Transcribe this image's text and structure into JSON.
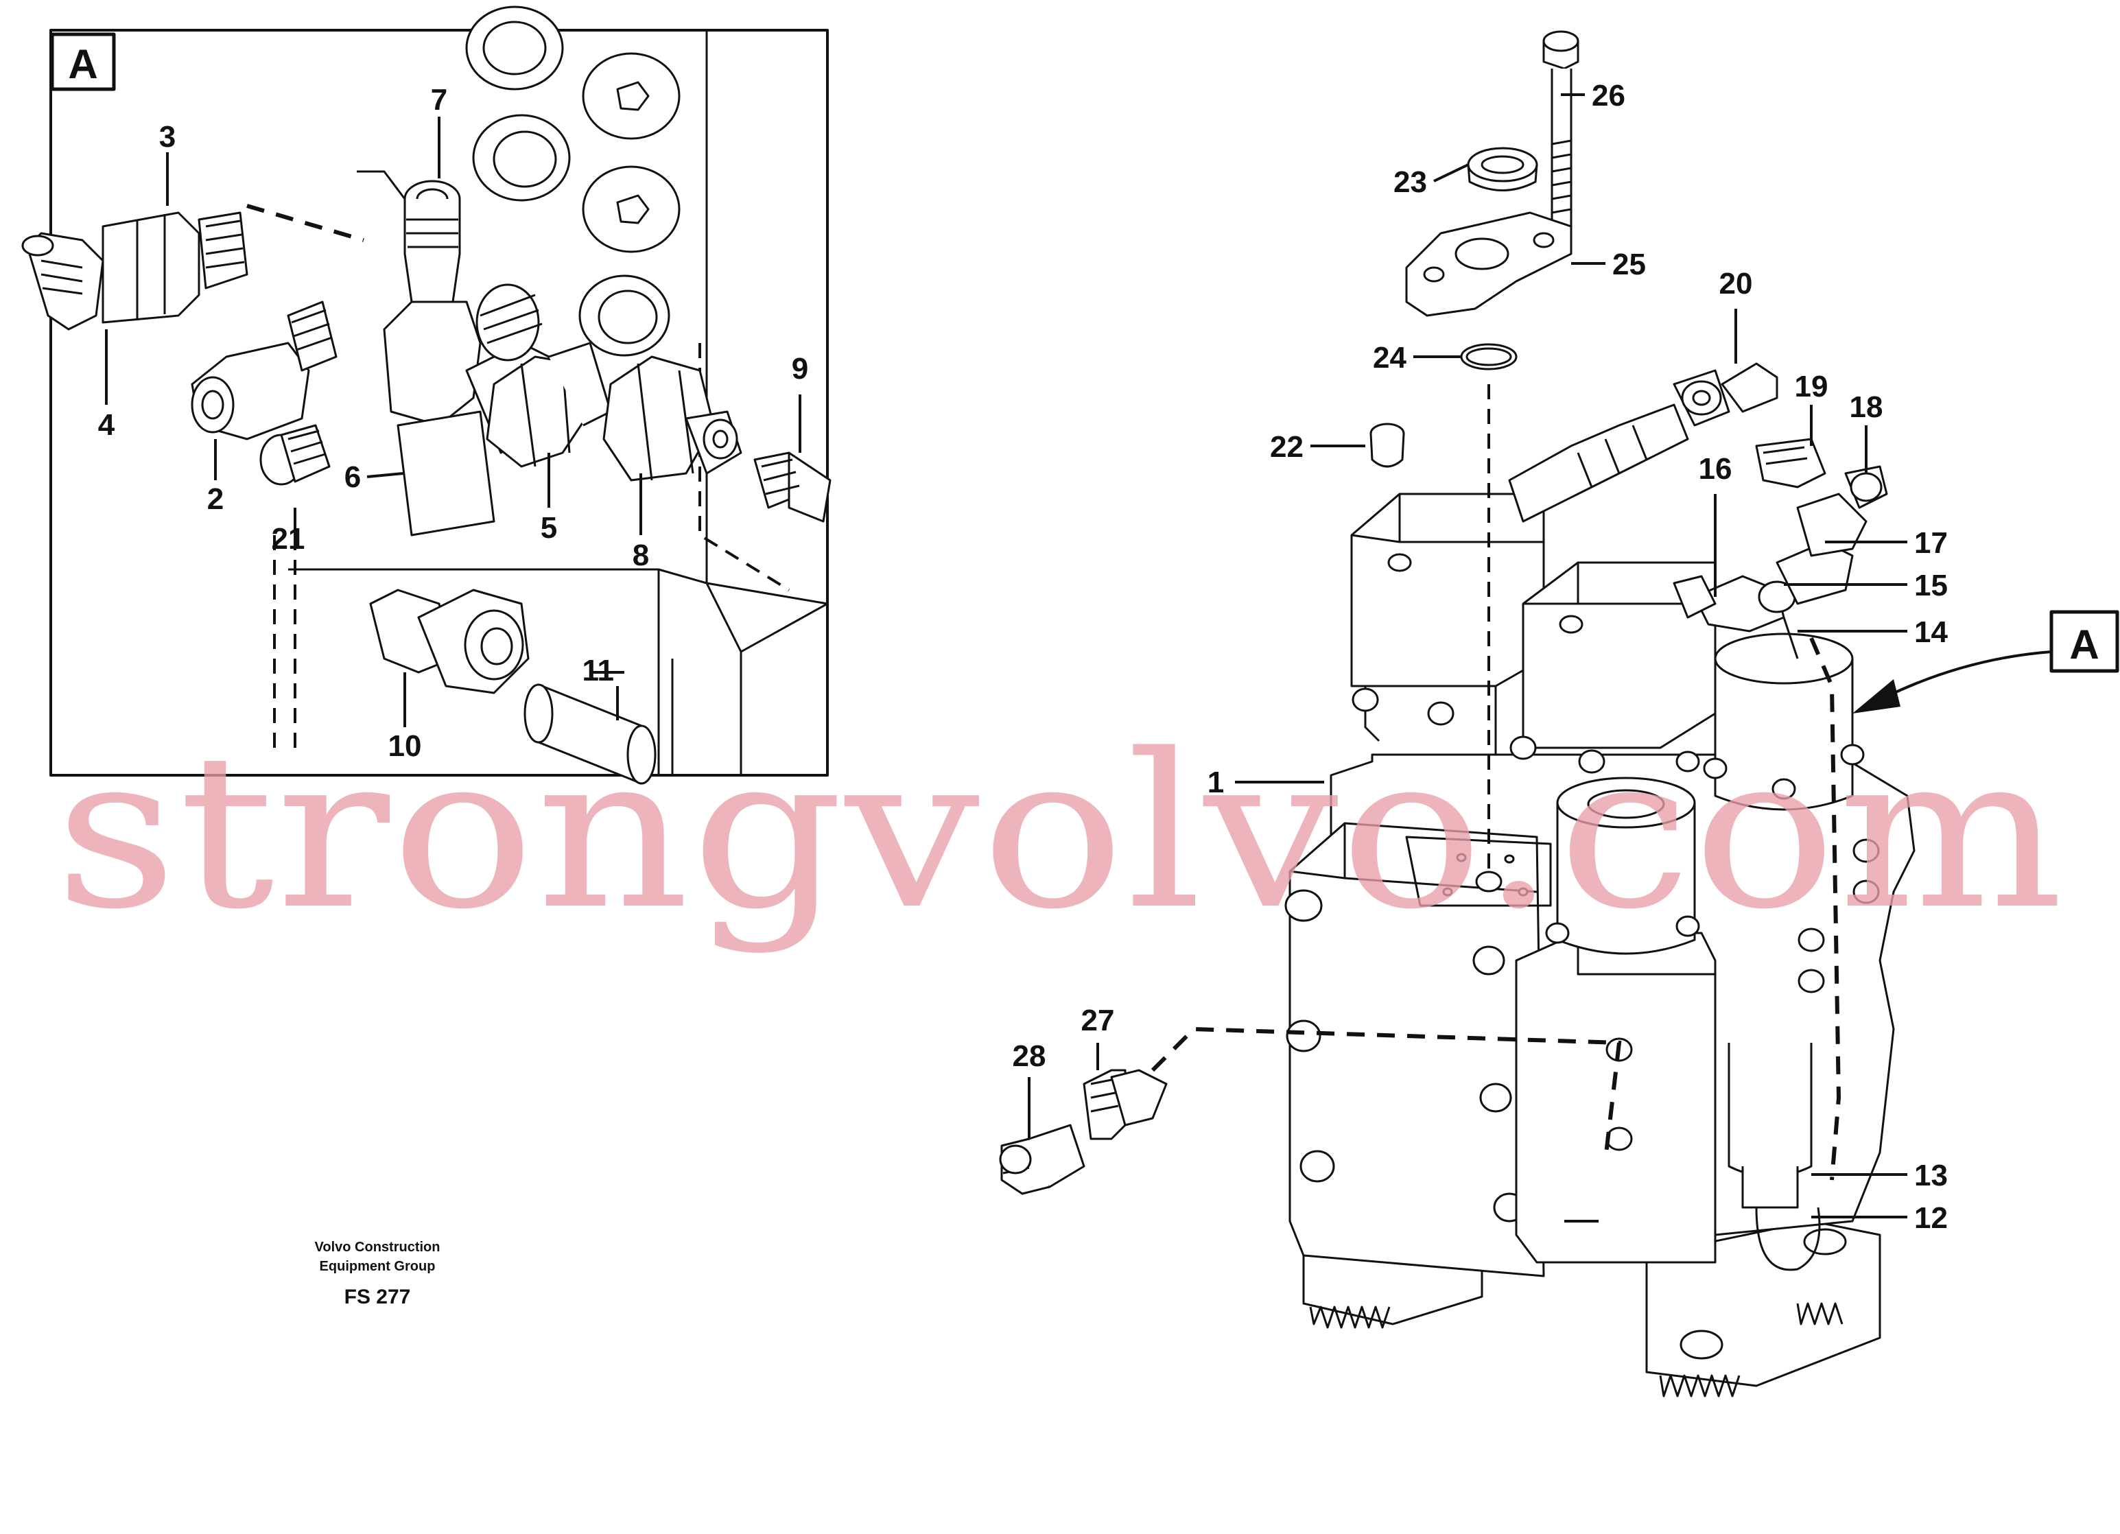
{
  "detail_view": {
    "label": "A"
  },
  "main_view": {
    "reference_label": "A"
  },
  "callouts": [
    {
      "id": "1",
      "text": "1"
    },
    {
      "id": "2",
      "text": "2"
    },
    {
      "id": "3",
      "text": "3"
    },
    {
      "id": "4",
      "text": "4"
    },
    {
      "id": "5",
      "text": "5"
    },
    {
      "id": "6",
      "text": "6"
    },
    {
      "id": "7",
      "text": "7"
    },
    {
      "id": "8",
      "text": "8"
    },
    {
      "id": "9",
      "text": "9"
    },
    {
      "id": "10",
      "text": "10"
    },
    {
      "id": "11",
      "text": "11"
    },
    {
      "id": "12",
      "text": "12"
    },
    {
      "id": "13",
      "text": "13"
    },
    {
      "id": "14",
      "text": "14"
    },
    {
      "id": "15",
      "text": "15"
    },
    {
      "id": "16",
      "text": "16"
    },
    {
      "id": "17",
      "text": "17"
    },
    {
      "id": "18",
      "text": "18"
    },
    {
      "id": "19",
      "text": "19"
    },
    {
      "id": "20",
      "text": "20"
    },
    {
      "id": "21",
      "text": "21"
    },
    {
      "id": "22",
      "text": "22"
    },
    {
      "id": "23",
      "text": "23"
    },
    {
      "id": "24",
      "text": "24"
    },
    {
      "id": "25",
      "text": "25"
    },
    {
      "id": "26",
      "text": "26"
    },
    {
      "id": "27",
      "text": "27"
    },
    {
      "id": "28",
      "text": "28"
    }
  ],
  "caption": {
    "line1": "Volvo Construction",
    "line2": "Equipment Group",
    "code": "FS 277"
  },
  "watermark": "strongvolvo.com"
}
